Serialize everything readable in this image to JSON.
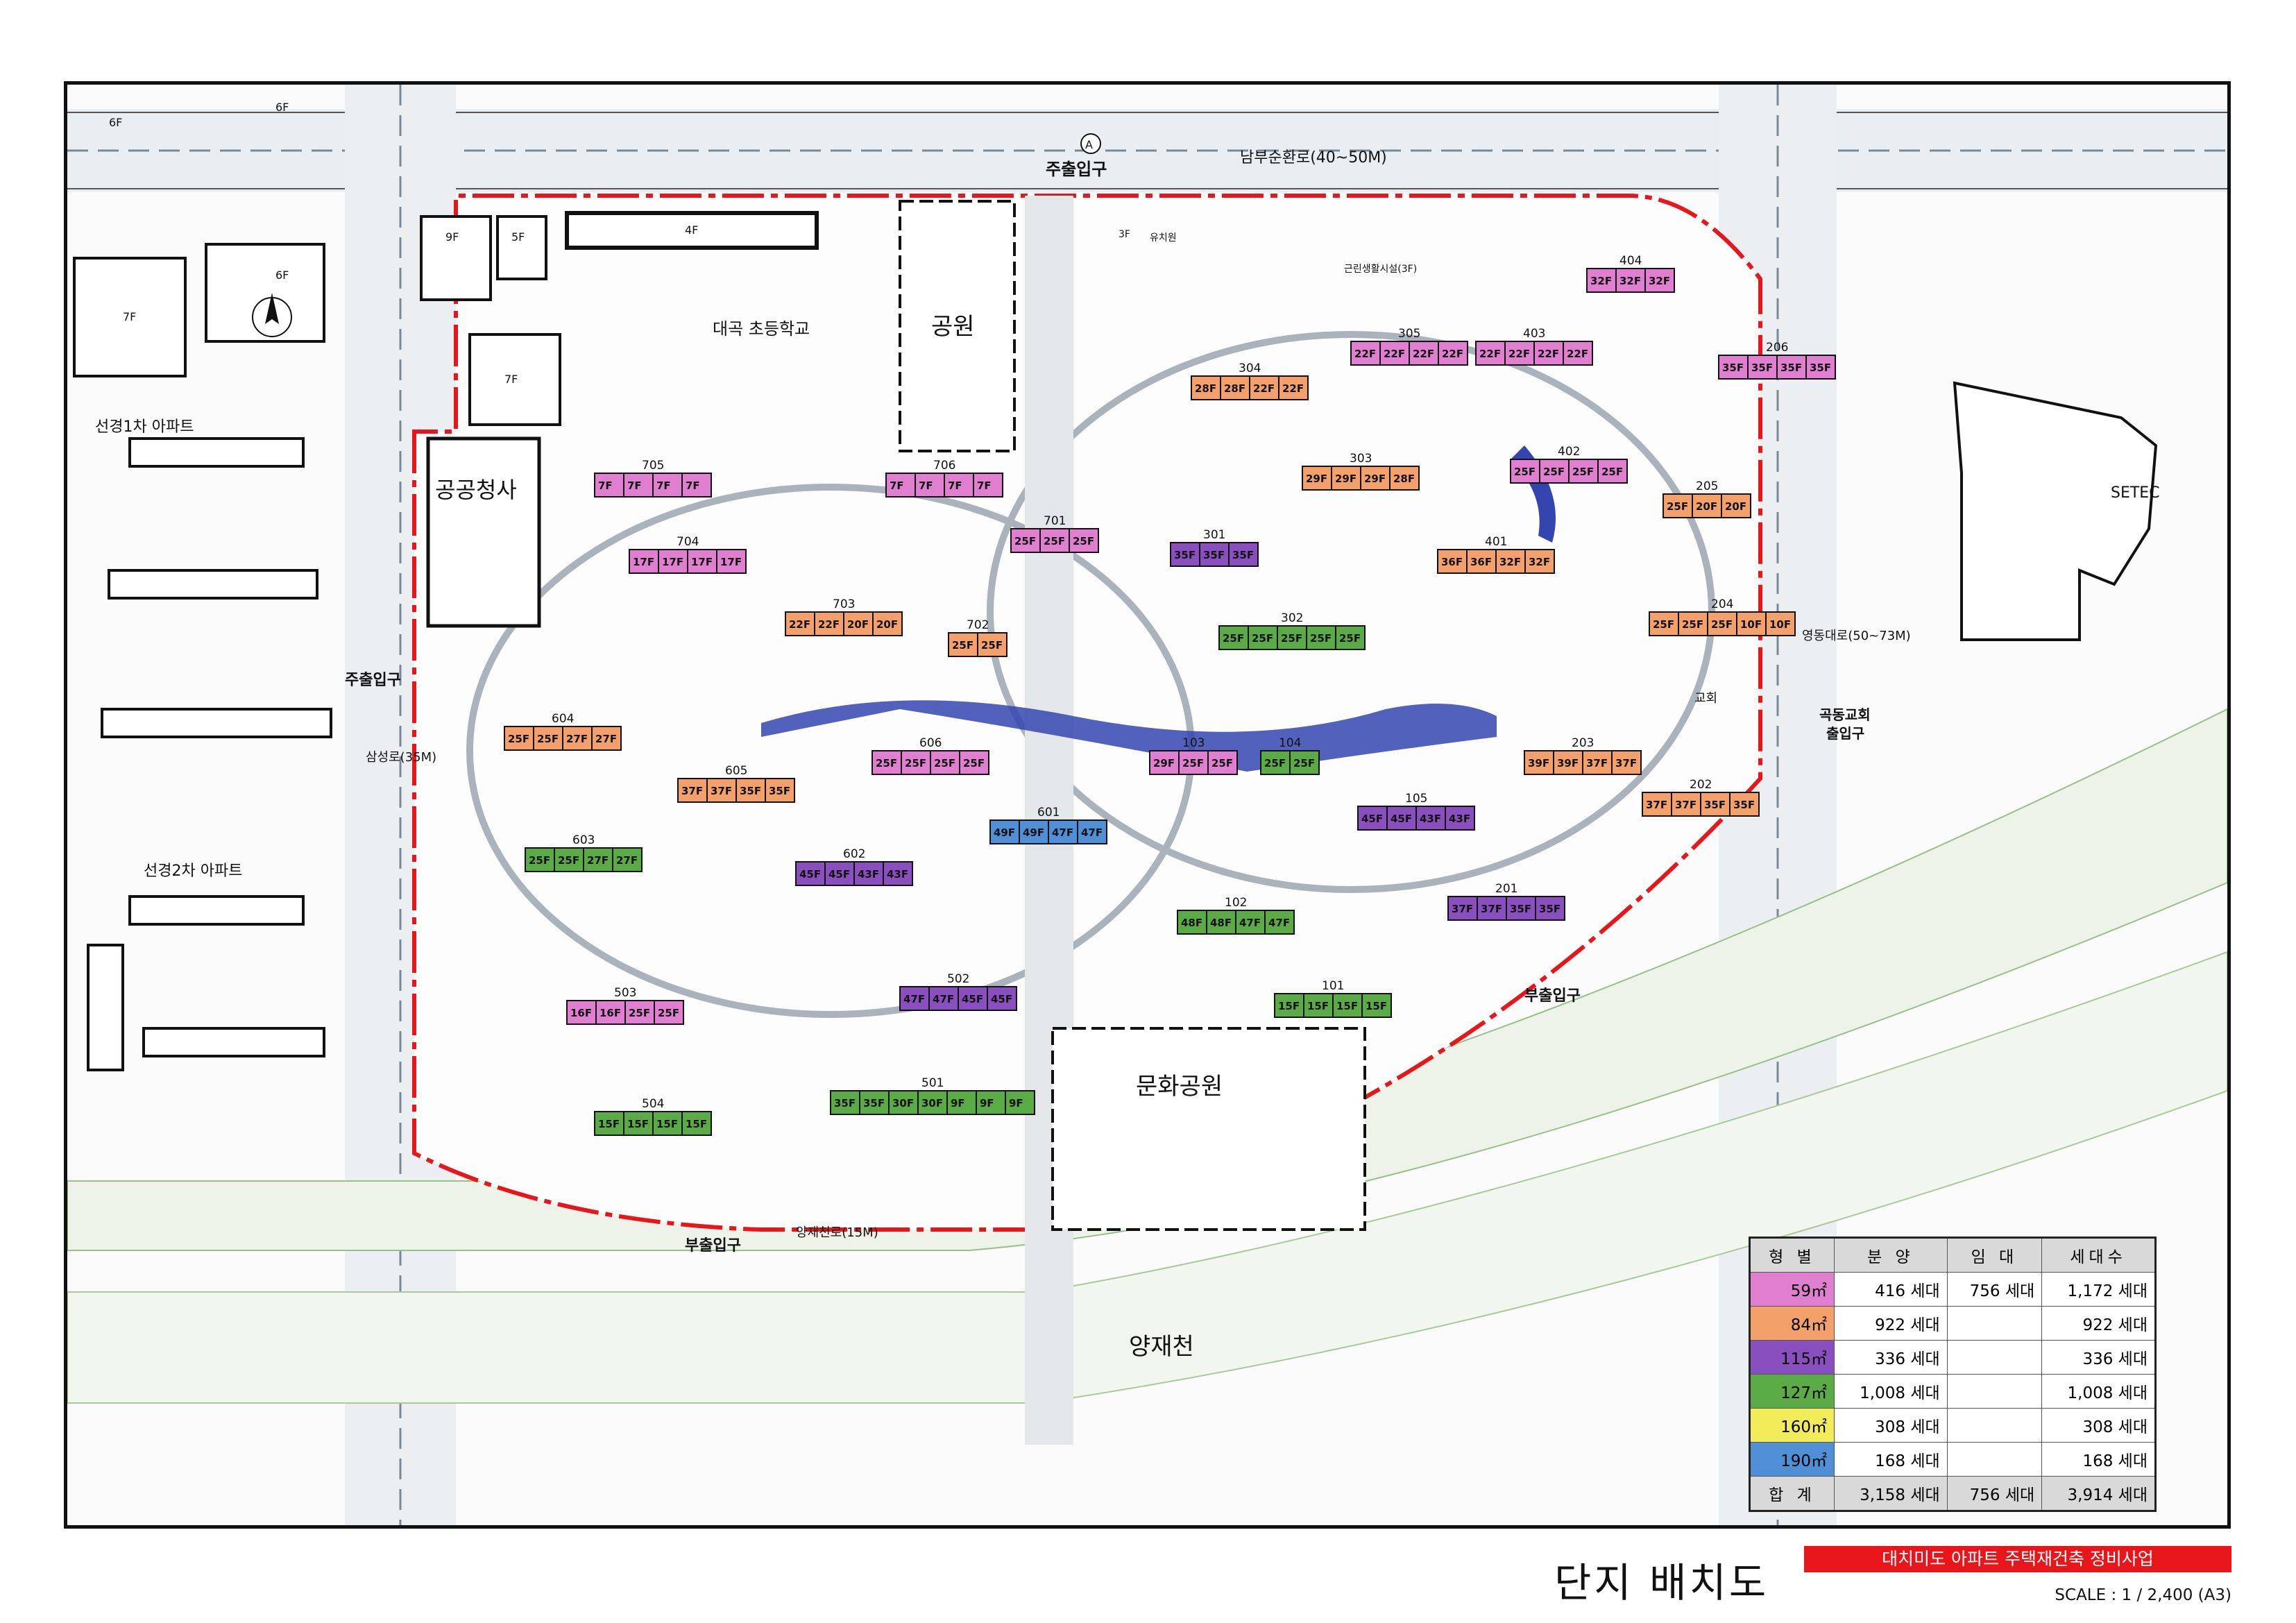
{
  "title": "단지 배치도",
  "project": "대치미도 아파트 주택재건축 정비사업",
  "scale": "SCALE : 1 / 2,400 (A3)",
  "colors": {
    "t59": "#e07fcf",
    "t84": "#f4a06b",
    "t115": "#8a4fbf",
    "t127": "#5aab45",
    "t160": "#f2ec5a",
    "t190": "#4f8fd6",
    "boundary": "#e8161b",
    "road": "#e8ecef",
    "water": "#2c3aa8"
  },
  "legend": {
    "headers": [
      "형 별",
      "분 양",
      "임 대",
      "세대수"
    ],
    "rows": [
      {
        "type": "59㎡",
        "sale": "416 세대",
        "rent": "756 세대",
        "total": "1,172 세대"
      },
      {
        "type": "84㎡",
        "sale": "922 세대",
        "rent": "",
        "total": "922 세대"
      },
      {
        "type": "115㎡",
        "sale": "336 세대",
        "rent": "",
        "total": "336 세대"
      },
      {
        "type": "127㎡",
        "sale": "1,008 세대",
        "rent": "",
        "total": "1,008 세대"
      },
      {
        "type": "160㎡",
        "sale": "308 세대",
        "rent": "",
        "total": "308 세대"
      },
      {
        "type": "190㎡",
        "sale": "168 세대",
        "rent": "",
        "total": "168 세대"
      }
    ],
    "total": {
      "type": "합 계",
      "sale": "3,158 세대",
      "rent": "756 세대",
      "total": "3,914 세대"
    }
  },
  "places": {
    "school": "대곡 초등학교",
    "park": "공원",
    "office": "공공청사",
    "culture_park": "문화공원",
    "setec": "SETEC",
    "stream": "양재천",
    "apt1": "선경1차 아파트",
    "apt2": "선경2차 아파트",
    "kindergarten": "유치원",
    "church": "교회",
    "commercial": "근린생활시설(3F)"
  },
  "roads": {
    "north": "남부순환로(40~50M)",
    "east": "영동대로(50~73M)",
    "west": "삼성로(35M)",
    "south": "양재천로(15M)"
  },
  "entrances": {
    "main_north": "주출입구",
    "main_west": "주출입구",
    "sub_south": "부출입구",
    "sub_southeast": "부출입구",
    "church_1": "곡동교회",
    "church_2": "출입구"
  },
  "small_labels": {
    "f6a": "6F",
    "f6b": "6F",
    "f7a": "7F",
    "f7b": "7F",
    "f9": "9F",
    "f5": "5F",
    "f4": "4F",
    "f3": "3F",
    "f6c": "6F",
    "marker": "A"
  },
  "buildings": [
    {
      "num": "705",
      "floors": [
        "7F",
        "7F",
        "7F",
        "7F"
      ],
      "type": "t59"
    },
    {
      "num": "706",
      "floors": [
        "7F",
        "7F",
        "7F",
        "7F"
      ],
      "type": "t59"
    },
    {
      "num": "704",
      "floors": [
        "17F",
        "17F",
        "17F",
        "17F"
      ],
      "type": "t59"
    },
    {
      "num": "703",
      "floors": [
        "22F",
        "22F",
        "20F",
        "20F"
      ],
      "type": "t84"
    },
    {
      "num": "702",
      "floors": [
        "25F",
        "25F"
      ],
      "type": "t84"
    },
    {
      "num": "701",
      "floors": [
        "25F",
        "25F",
        "25F"
      ],
      "type": "t59"
    },
    {
      "num": "304",
      "floors": [
        "28F",
        "28F",
        "22F",
        "22F"
      ],
      "type": "t84"
    },
    {
      "num": "305",
      "floors": [
        "22F",
        "22F",
        "22F",
        "22F"
      ],
      "type": "t59"
    },
    {
      "num": "403",
      "floors": [
        "22F",
        "22F",
        "22F",
        "22F"
      ],
      "type": "t59"
    },
    {
      "num": "404",
      "floors": [
        "32F",
        "32F",
        "32F"
      ],
      "type": "t59"
    },
    {
      "num": "206",
      "floors": [
        "35F",
        "35F",
        "35F",
        "35F"
      ],
      "type": "t59"
    },
    {
      "num": "303",
      "floors": [
        "29F",
        "29F",
        "29F",
        "28F"
      ],
      "type": "t84"
    },
    {
      "num": "402",
      "floors": [
        "25F",
        "25F",
        "25F",
        "25F"
      ],
      "type": "t59"
    },
    {
      "num": "205",
      "floors": [
        "25F",
        "20F",
        "20F"
      ],
      "type": "t84"
    },
    {
      "num": "301",
      "floors": [
        "35F",
        "35F",
        "35F"
      ],
      "type": "t115"
    },
    {
      "num": "401",
      "floors": [
        "36F",
        "36F",
        "32F",
        "32F"
      ],
      "type": "t84"
    },
    {
      "num": "302",
      "floors": [
        "25F",
        "25F",
        "25F",
        "25F",
        "25F"
      ],
      "type": "t127"
    },
    {
      "num": "204",
      "floors": [
        "25F",
        "25F",
        "25F",
        "10F",
        "10F"
      ],
      "type": "t84"
    },
    {
      "num": "604",
      "floors": [
        "25F",
        "25F",
        "27F",
        "27F"
      ],
      "type": "t84"
    },
    {
      "num": "606",
      "floors": [
        "25F",
        "25F",
        "25F",
        "25F"
      ],
      "type": "t59"
    },
    {
      "num": "605",
      "floors": [
        "37F",
        "37F",
        "35F",
        "35F"
      ],
      "type": "t84"
    },
    {
      "num": "103",
      "floors": [
        "29F",
        "25F",
        "25F"
      ],
      "type": "t59"
    },
    {
      "num": "104",
      "floors": [
        "25F",
        "25F"
      ],
      "type": "t127"
    },
    {
      "num": "203",
      "floors": [
        "39F",
        "39F",
        "37F",
        "37F"
      ],
      "type": "t84"
    },
    {
      "num": "105",
      "floors": [
        "45F",
        "45F",
        "43F",
        "43F"
      ],
      "type": "t115"
    },
    {
      "num": "202",
      "floors": [
        "37F",
        "37F",
        "35F",
        "35F"
      ],
      "type": "t84"
    },
    {
      "num": "603",
      "floors": [
        "25F",
        "25F",
        "27F",
        "27F"
      ],
      "type": "t127"
    },
    {
      "num": "602",
      "floors": [
        "45F",
        "45F",
        "43F",
        "43F"
      ],
      "type": "t115"
    },
    {
      "num": "601",
      "floors": [
        "49F",
        "49F",
        "47F",
        "47F"
      ],
      "type": "t190"
    },
    {
      "num": "102",
      "floors": [
        "48F",
        "48F",
        "47F",
        "47F"
      ],
      "type": "t127"
    },
    {
      "num": "201",
      "floors": [
        "37F",
        "37F",
        "35F",
        "35F"
      ],
      "type": "t115"
    },
    {
      "num": "503",
      "floors": [
        "16F",
        "16F",
        "25F",
        "25F"
      ],
      "type": "t59"
    },
    {
      "num": "502",
      "floors": [
        "47F",
        "47F",
        "45F",
        "45F"
      ],
      "type": "t115"
    },
    {
      "num": "101",
      "floors": [
        "15F",
        "15F",
        "15F",
        "15F"
      ],
      "type": "t127"
    },
    {
      "num": "504",
      "floors": [
        "15F",
        "15F",
        "15F",
        "15F"
      ],
      "type": "t127"
    },
    {
      "num": "501",
      "floors": [
        "35F",
        "35F",
        "30F",
        "30F",
        "9F",
        "9F",
        "9F"
      ],
      "type": "t127"
    }
  ]
}
